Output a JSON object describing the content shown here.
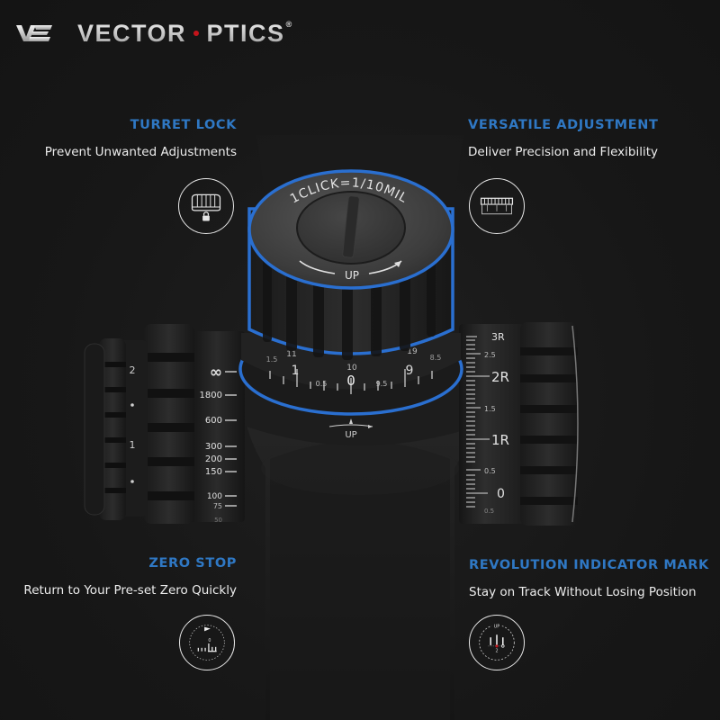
{
  "brand": {
    "mark": "VE",
    "name": "VECTOR OPTICS",
    "name_parts": [
      "VECTOR",
      "O",
      "PTICS"
    ],
    "registered": "®",
    "accent_dot_color": "#c4141b"
  },
  "colors": {
    "background": "#181818",
    "title_blue": "#2f78c4",
    "text_white": "#ededed",
    "turret_outline": "#2a6fd0"
  },
  "features": [
    {
      "id": "turret-lock",
      "title": "TURRET LOCK",
      "description": "Prevent Unwanted Adjustments",
      "icon": "turret-lock-icon"
    },
    {
      "id": "versatile-adjustment",
      "title": "VERSATILE ADJUSTMENT",
      "description": "Deliver Precision and Flexibility",
      "icon": "adjustment-dial-icon"
    },
    {
      "id": "zero-stop",
      "title": "ZERO STOP",
      "description": "Return to Your Pre-set Zero Quickly",
      "icon": "zero-stop-icon"
    },
    {
      "id": "revolution-indicator",
      "title": "REVOLUTION INDICATOR MARK",
      "description": "Stay on Track Without Losing Position",
      "icon": "revolution-indicator-icon"
    }
  ],
  "turret": {
    "cap_text": "1CLICK=1/10MIL",
    "cap_direction": "UP",
    "scale_labels_major": [
      "1",
      "0",
      "9"
    ],
    "scale_labels_minor": [
      "0.5",
      "9.5"
    ],
    "scale_labels_upper": [
      "11",
      "10",
      "19"
    ],
    "scale_labels_edge": [
      "1.5",
      "8.5"
    ],
    "below_direction": "UP"
  },
  "parallax": {
    "labels": [
      "∞",
      "1800",
      "600",
      "300",
      "200",
      "150",
      "100",
      "75",
      "50"
    ]
  },
  "illumination": {
    "labels": [
      "2",
      "1"
    ]
  },
  "windage": {
    "labels": [
      "3R",
      "2.5",
      "2R",
      "1.5",
      "1R",
      "0.5",
      "0",
      "0.5"
    ]
  },
  "icon_labels": {
    "zero_stop_zero": "0",
    "revolution_up": "UP",
    "revolution_num": "2"
  }
}
